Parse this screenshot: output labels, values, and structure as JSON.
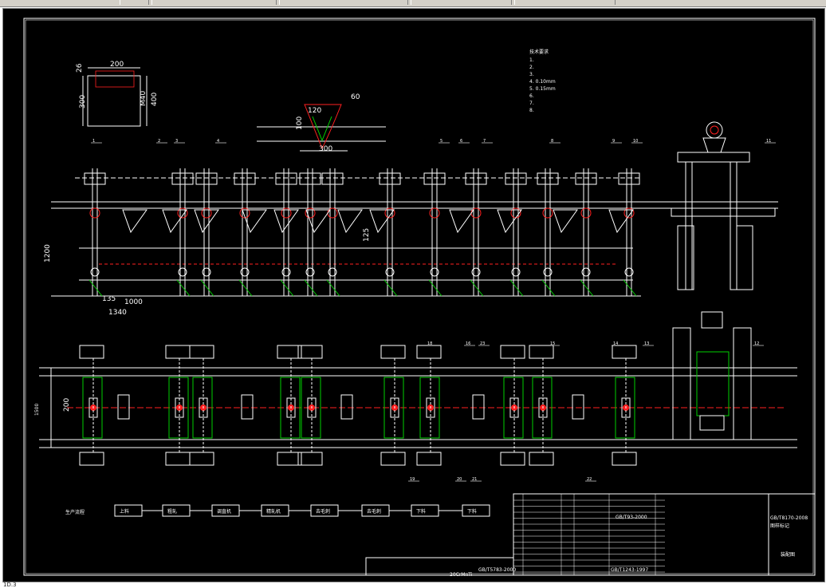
{
  "status_text": "1D.3",
  "dimensions": {
    "d200": "200",
    "d26": "26",
    "d300a": "300",
    "dM40": "M40",
    "d400": "400",
    "d120": "120",
    "d60": "60",
    "d100": "100",
    "d300b": "300",
    "d1200": "1200",
    "d125": "125",
    "d135": "135",
    "d1000": "1000",
    "d1340": "1340",
    "d200p": "200",
    "d150": "1500"
  },
  "balloons": [
    "1",
    "2",
    "3",
    "4",
    "5",
    "6",
    "7",
    "8",
    "9",
    "10",
    "11",
    "18",
    "16",
    "15",
    "14",
    "13",
    "12",
    "19",
    "20",
    "21",
    "22",
    "23"
  ],
  "flow_label": "生产流程",
  "flow_steps": [
    "上料",
    "粗轧",
    "调直机",
    "精轧机",
    "去毛刺",
    "去毛刺",
    "下料",
    "下料"
  ],
  "notes_title": "技术要求",
  "notes": [
    "1.",
    "2.",
    "3.",
    "4. 0.10mm",
    "5. 0.15mm",
    "6.",
    "7.",
    "8."
  ],
  "title_block": {
    "code": "GB/T8170-2008",
    "sub": "图样标记",
    "name": "装配图",
    "std1": "GB/T93-2000",
    "std2": "GB/T5783-2000",
    "std3": "GB/T1243-1997",
    "mat": "20CrMnTi"
  },
  "colors": {
    "bg": "#000000",
    "line": "#ffffff",
    "accent": "#ff2020",
    "green": "#00d000",
    "yellow": "#ffff40",
    "cyan": "#40ffff"
  }
}
